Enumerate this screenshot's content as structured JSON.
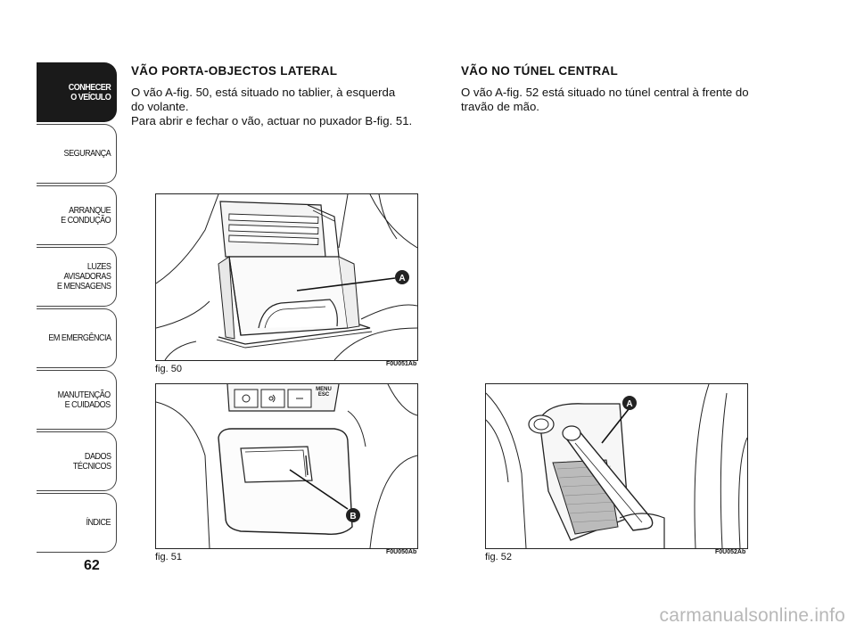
{
  "sidebar": {
    "tabs": [
      {
        "label": "CONHECER\nO VEÍCULO",
        "active": true
      },
      {
        "label": "SEGURANÇA",
        "active": false
      },
      {
        "label": "ARRANQUE\nE CONDUÇÃO",
        "active": false
      },
      {
        "label": "LUZES\nAVISADORAS\nE MENSAGENS",
        "active": false
      },
      {
        "label": "EM EMERGÊNCIA",
        "active": false
      },
      {
        "label": "MANUTENÇÃO\nE CUIDADOS",
        "active": false
      },
      {
        "label": "DADOS\nTÉCNICOS",
        "active": false
      },
      {
        "label": "ÍNDICE",
        "active": false
      }
    ],
    "page_number": "62"
  },
  "left_section": {
    "title": "VÃO PORTA-OBJECTOS LATERAL",
    "body_lines": [
      "O vão A-fig. 50, está situado no tablier, à esquerda",
      "do volante.",
      "Para abrir e fechar o vão, actuar no puxador B-fig. 51."
    ]
  },
  "right_section": {
    "title": "VÃO NO TÚNEL CENTRAL",
    "body_lines": [
      "O vão A-fig. 52 está situado no túnel central à frente do",
      "travão de mão."
    ]
  },
  "figures": {
    "fig50": {
      "label": "fig. 50",
      "code": "F0U051Ab",
      "marker": "A"
    },
    "fig51": {
      "label": "fig. 51",
      "code": "F0U050Ab",
      "marker": "B",
      "switch_text_1": "MENU",
      "switch_text_2": "ESC"
    },
    "fig52": {
      "label": "fig. 52",
      "code": "F0U052Ab",
      "marker": "A"
    }
  },
  "watermark": "carmanualsonline.info"
}
